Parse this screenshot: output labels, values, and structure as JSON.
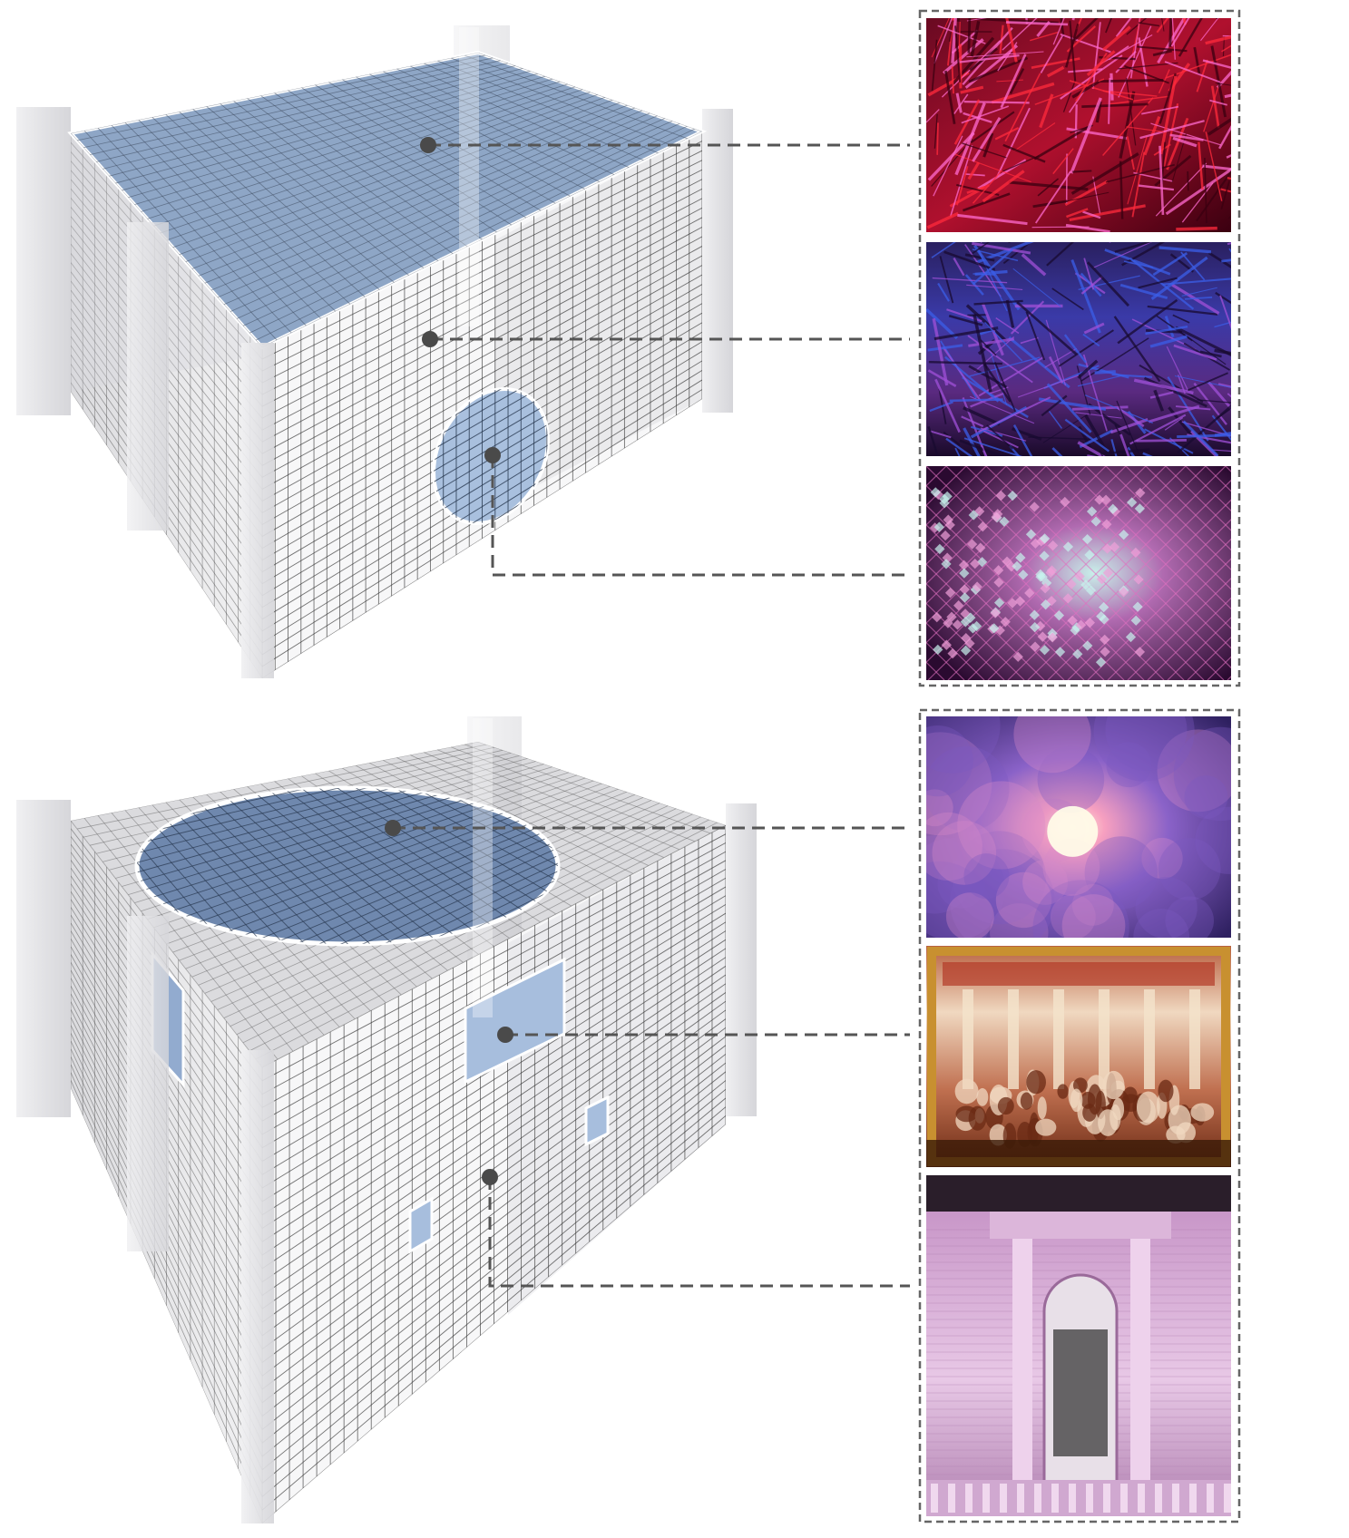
{
  "diagrams": [
    {
      "name": "upper-room",
      "surfaces": [
        "ceiling-panel",
        "wall-panel",
        "oval-wall-window"
      ],
      "swatches": [
        {
          "name": "red-fiber-texture",
          "colors": [
            "#6a0a22",
            "#ff2a3c",
            "#ff6ad0",
            "#3a0010"
          ]
        },
        {
          "name": "blue-purple-shard-texture",
          "colors": [
            "#231050",
            "#3b5ee8",
            "#a050d8",
            "#180a30"
          ]
        },
        {
          "name": "pixel-crystal-texture",
          "colors": [
            "#3a1040",
            "#e060b0",
            "#a8f0e8",
            "#200828"
          ]
        }
      ]
    },
    {
      "name": "lower-room",
      "surfaces": [
        "oval-ceiling-opening",
        "rectangular-wall-window",
        "front-wall"
      ],
      "swatches": [
        {
          "name": "cloud-sky-texture",
          "colors": [
            "#5a3a9a",
            "#e28cc8",
            "#fff0c8",
            "#3a2a70"
          ]
        },
        {
          "name": "classical-painting-texture",
          "colors": [
            "#7a1e10",
            "#d9a070",
            "#f3e0c0",
            "#5a2a10"
          ]
        },
        {
          "name": "pink-facade-texture",
          "colors": [
            "#c890c8",
            "#f0d4ee",
            "#8a5a8a",
            "#3a2a3a"
          ]
        }
      ]
    }
  ],
  "colors": {
    "grid": "#3a3a3a",
    "blue_panel": "#8fa7c8",
    "blue_panel_dark": "#6e87ad",
    "column": "#e6e6e8",
    "leader": "#555555",
    "dot": "#4a4a4a",
    "frame": "#666666"
  }
}
